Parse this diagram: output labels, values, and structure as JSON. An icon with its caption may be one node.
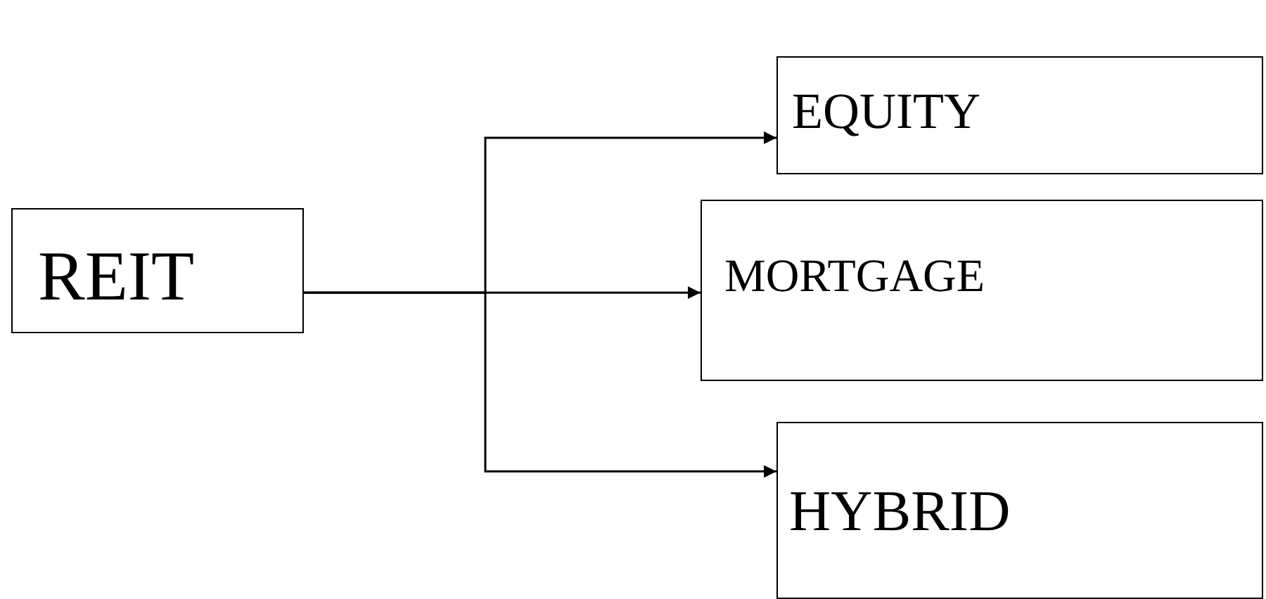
{
  "diagram": {
    "nodes": [
      {
        "text": [
          "REIT"
        ]
      },
      {
        "text": [
          "EQUITY"
        ]
      },
      {
        "text": [
          "MORTGAGE"
        ]
      },
      {
        "text": [
          "HYBRID"
        ]
      }
    ],
    "edges": [
      {
        "from": 0,
        "to": 1,
        "arrow": "to"
      },
      {
        "from": 0,
        "to": 2,
        "arrow": "to"
      },
      {
        "from": 0,
        "to": 3,
        "arrow": "to"
      }
    ]
  }
}
